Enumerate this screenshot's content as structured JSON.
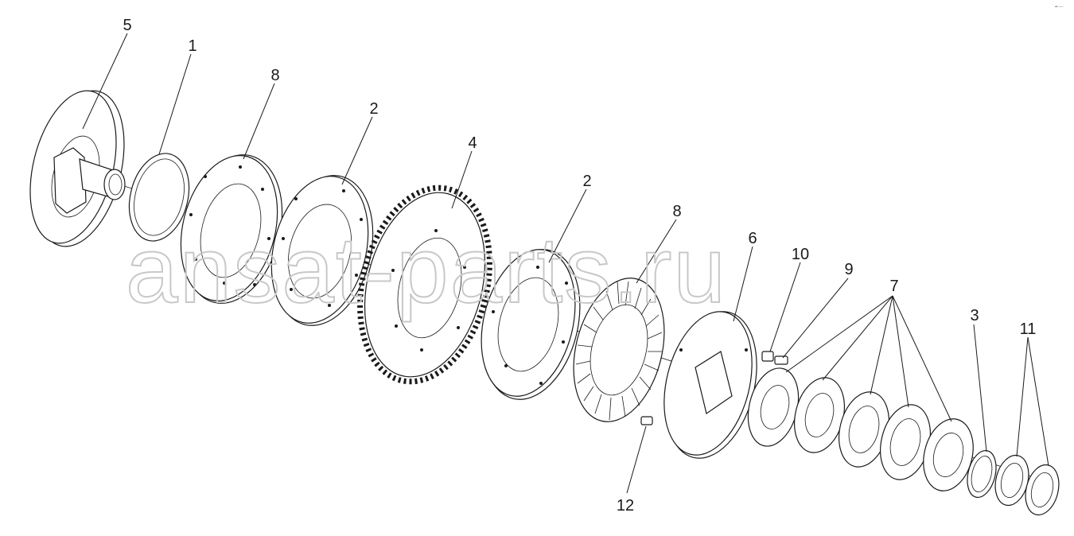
{
  "watermark": "ansat-parts.ru",
  "corner_mark": "•• −−",
  "callouts": [
    {
      "id": "c5",
      "text": "5"
    },
    {
      "id": "c1",
      "text": "1"
    },
    {
      "id": "c8a",
      "text": "8"
    },
    {
      "id": "c2a",
      "text": "2"
    },
    {
      "id": "c4",
      "text": "4"
    },
    {
      "id": "c2b",
      "text": "2"
    },
    {
      "id": "c8b",
      "text": "8"
    },
    {
      "id": "c6",
      "text": "6"
    },
    {
      "id": "c10",
      "text": "10"
    },
    {
      "id": "c9",
      "text": "9"
    },
    {
      "id": "c7",
      "text": "7"
    },
    {
      "id": "c3",
      "text": "3"
    },
    {
      "id": "c11",
      "text": "11"
    },
    {
      "id": "c12",
      "text": "12"
    }
  ],
  "colors": {
    "line": "#1a1a1a",
    "watermark": "#c8c8c8",
    "background": "#ffffff"
  }
}
